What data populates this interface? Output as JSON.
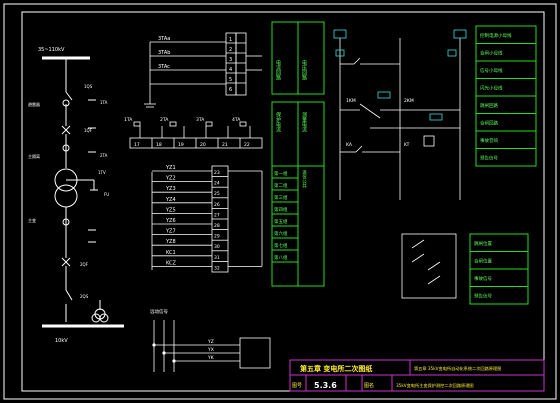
{
  "colors": {
    "background": "#000000",
    "line": "#ffffff",
    "accent_green": "#22dd22",
    "accent_magenta": "#cc33cc",
    "accent_yellow": "#ffee33",
    "accent_cyan": "#33dddd"
  },
  "left_section": {
    "top_bus_label": "35~110kV",
    "bottom_bus_label": "10kV",
    "labels": [
      "1QS",
      "1QF",
      "1TA",
      "主隔离",
      "2TA",
      "2QF",
      "2QS",
      "1TV",
      "FU",
      "避雷器",
      "主变"
    ]
  },
  "relay_top": {
    "labels": [
      "3TAa",
      "3TAb",
      "3TAc"
    ],
    "terminals": [
      "1",
      "2",
      "3",
      "4",
      "5",
      "6"
    ]
  },
  "relay_mid": {
    "labels": [
      "1TA",
      "2TA",
      "3TA",
      "4TA"
    ],
    "terminals": [
      "17",
      "18",
      "19",
      "20",
      "21",
      "22"
    ]
  },
  "signal_rows": [
    "YZ1",
    "YZ2",
    "YZ3",
    "YZ4",
    "YZ5",
    "YZ6",
    "YZ7",
    "YZ8",
    "KC1",
    "KCZ"
  ],
  "terminal_numbers": [
    "23",
    "24",
    "25",
    "26",
    "27",
    "28",
    "29",
    "30",
    "31",
    "32"
  ],
  "function_box_top": [
    "电流回路",
    "电压回路"
  ],
  "function_box_mid": [
    "保护电流",
    "测量电流"
  ],
  "function_list": [
    "第一组",
    "第二组",
    "第三组",
    "第四组",
    "第五组",
    "第六组",
    "第七组",
    "第八组",
    "遥信公共"
  ],
  "circuit_labels": [
    "1KM",
    "2KM",
    "KA",
    "KT"
  ],
  "right_legend": [
    "控制电源小母线",
    "合闸小母线",
    "信号小母线",
    "闪光小母线",
    "跳闸回路",
    "合闸回路",
    "事故音响",
    "预告信号"
  ],
  "bottom_right_box": [
    "跳闸位置",
    "合闸位置",
    "事故信号",
    "预告信号"
  ],
  "bottom_left": {
    "header": "远动信号",
    "rows": [
      "YZ",
      "YX",
      "YK"
    ]
  },
  "title_block": {
    "title": "第五章  变电所二次图纸",
    "subtitle": "第五章  35kV变电所自动化系统二次回路原理图",
    "page_label": "图号",
    "page_number": "5.3.6",
    "sheet_label": "图名",
    "drawing_name": "35kV变电所主变保护测控二次回路原理图"
  }
}
